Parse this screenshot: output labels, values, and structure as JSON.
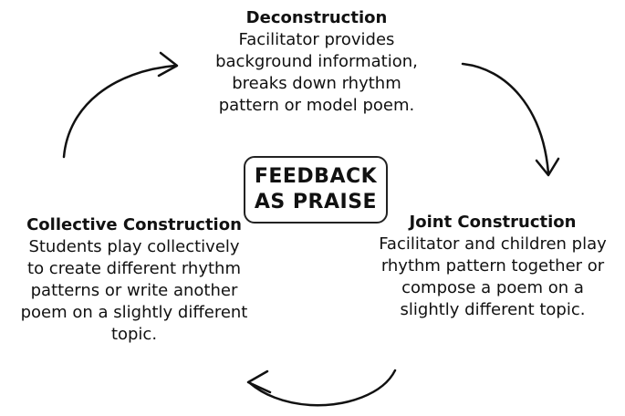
{
  "center": {
    "line1": "FEEDBACK",
    "line2": "AS PRAISE"
  },
  "stages": {
    "deconstruction": {
      "title": "Deconstruction",
      "body": "Facilitator provides\nbackground information,\nbreaks down rhythm\npattern or model poem."
    },
    "joint": {
      "title": "Joint Construction",
      "body": "Facilitator and children play\nrhythm pattern together or\ncompose a poem on a\nslightly different topic."
    },
    "collective": {
      "title": "Collective Construction",
      "body": "Students play collectively\nto create different rhythm\npatterns or write another\npoem on a slightly different\ntopic."
    }
  }
}
